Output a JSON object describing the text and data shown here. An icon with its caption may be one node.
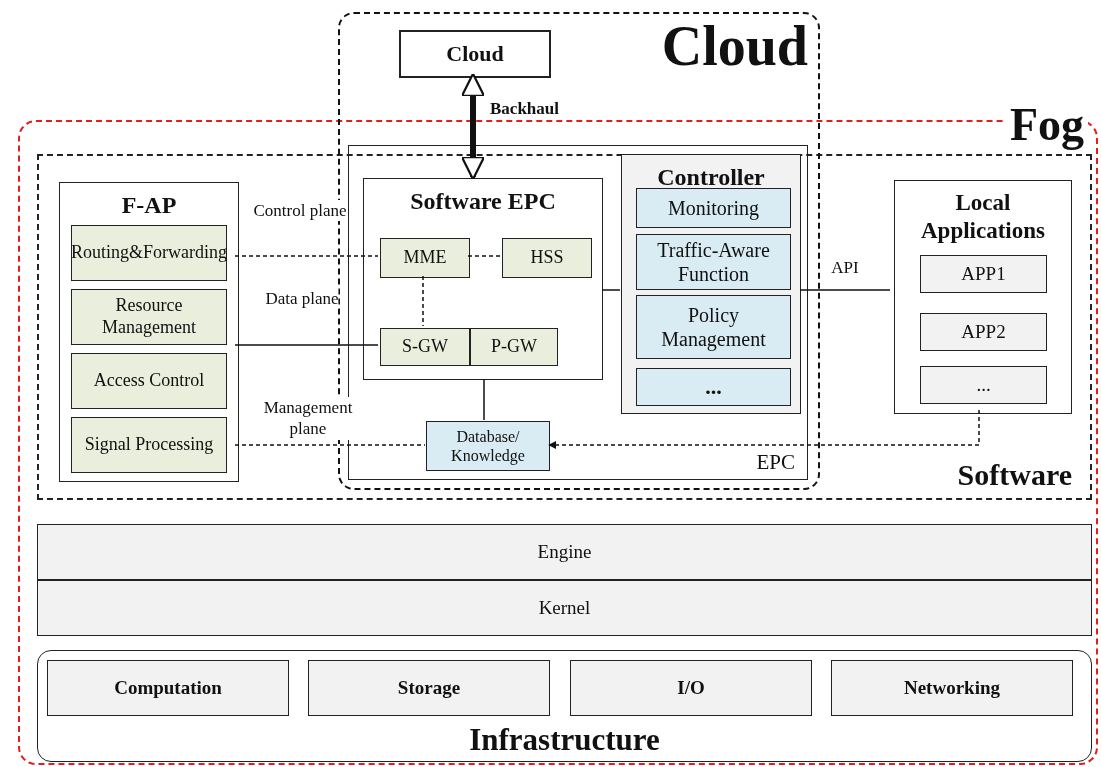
{
  "diagram": {
    "nodes": [
      {
        "text": [
          "Fog"
        ]
      },
      {
        "text": [
          "Cloud"
        ]
      },
      {
        "text": [
          "Cloud"
        ],
        "in": 1
      },
      {
        "text": [
          "Software"
        ],
        "in": 0
      },
      {
        "text": [
          "F-AP"
        ],
        "in": 3
      },
      {
        "text": [
          "Routing&Forwarding"
        ],
        "in": 4
      },
      {
        "text": [
          "Resource Management"
        ],
        "in": 4
      },
      {
        "text": [
          "Access Control"
        ],
        "in": 4
      },
      {
        "text": [
          "Signal Processing"
        ],
        "in": 4
      },
      {
        "text": [
          "EPC"
        ]
      },
      {
        "text": [
          "Software EPC"
        ],
        "in": 9
      },
      {
        "text": [
          "MME"
        ],
        "in": 10
      },
      {
        "text": [
          "HSS"
        ],
        "in": 10
      },
      {
        "text": [
          "S-GW"
        ],
        "in": 10
      },
      {
        "text": [
          "P-GW"
        ],
        "in": 10
      },
      {
        "text": [
          "Controller"
        ],
        "in": 9
      },
      {
        "text": [
          "Monitoring"
        ],
        "in": 15
      },
      {
        "text": [
          "Traffic-Aware Function"
        ],
        "in": 15
      },
      {
        "text": [
          "Policy Management"
        ],
        "in": 15
      },
      {
        "text": [
          "..."
        ],
        "in": 15
      },
      {
        "text": [
          "Database/ Knowledge"
        ],
        "in": 9
      },
      {
        "text": [
          "Local Applications"
        ],
        "in": 3
      },
      {
        "text": [
          "APP1"
        ],
        "in": 21
      },
      {
        "text": [
          "APP2"
        ],
        "in": 21
      },
      {
        "text": [
          "..."
        ],
        "in": 21
      },
      {
        "text": [
          "Engine"
        ],
        "in": 0
      },
      {
        "text": [
          "Kernel"
        ],
        "in": 0
      },
      {
        "text": [
          "Infrastructure"
        ],
        "in": 0
      },
      {
        "text": [
          "Computation"
        ],
        "in": 27
      },
      {
        "text": [
          "Storage"
        ],
        "in": 27
      },
      {
        "text": [
          "I/O"
        ],
        "in": 27
      },
      {
        "text": [
          "Networking"
        ],
        "in": 27
      }
    ],
    "edges": [
      {
        "from": 2,
        "to": 10,
        "arrow": "both",
        "label": "Backhaul",
        "style": "thick"
      },
      {
        "from": 4,
        "to": 11,
        "arrow": "none",
        "label": "Control plane",
        "style": "dashed"
      },
      {
        "from": 11,
        "to": 12,
        "arrow": "none",
        "style": "dashed"
      },
      {
        "from": 11,
        "to": 13,
        "arrow": "none",
        "style": "dashed"
      },
      {
        "from": 4,
        "to": 13,
        "arrow": "none",
        "label": "Data plane"
      },
      {
        "from": 4,
        "to": 20,
        "arrow": "none",
        "label": "Management plane",
        "style": "dashed"
      },
      {
        "from": 10,
        "to": 20,
        "arrow": "none"
      },
      {
        "from": 10,
        "to": 15,
        "arrow": "none"
      },
      {
        "from": 15,
        "to": 21,
        "arrow": "none",
        "label": "API"
      },
      {
        "from": 21,
        "to": 20,
        "arrow": "to",
        "style": "dashed"
      }
    ]
  }
}
